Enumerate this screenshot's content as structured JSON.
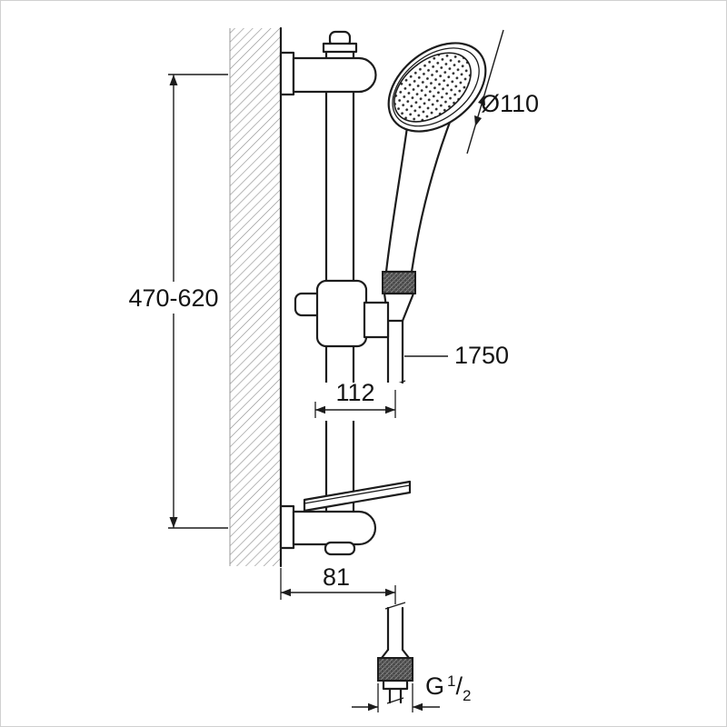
{
  "page": {
    "background": "#ffffff",
    "border": "#d0d0d0"
  },
  "drawing": {
    "line_color": "#1c1c1c",
    "hatch_color": "#8a8a8a",
    "knurl_color": "#474747"
  },
  "dimensions": {
    "bar_height": "470-620",
    "head_diameter": "Ø110",
    "hose_length": "1750",
    "holder_offset": "112",
    "wall_offset": "81",
    "thread": {
      "prefix": "G",
      "numerator": "1",
      "slash": "/",
      "denominator": "2"
    }
  }
}
